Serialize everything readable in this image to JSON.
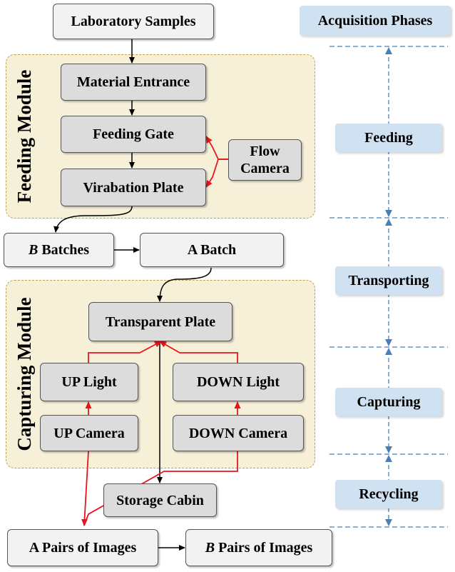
{
  "modules": {
    "feeding": "Feeding Module",
    "capturing": "Capturing Module"
  },
  "nodes": {
    "laboratory_samples": "Laboratory Samples",
    "material_entrance": "Material Entrance",
    "feeding_gate": "Feeding Gate",
    "vibration_plate": "Virabation Plate",
    "flow_camera_line1": "Flow",
    "flow_camera_line2": "Camera",
    "b_batches_var": "B",
    "b_batches_rest": " Batches",
    "a_batch": "A Batch",
    "transparent_plate": "Transparent Plate",
    "up_light": "UP Light",
    "down_light": "DOWN Light",
    "up_camera": "UP Camera",
    "down_camera": "DOWN Camera",
    "storage_cabin": "Storage Cabin",
    "a_pairs_of_images": "A Pairs of Images",
    "b_pairs_var": "B",
    "b_pairs_rest": " Pairs of Images"
  },
  "phases": {
    "header": "Acquisition Phases",
    "items": [
      "Feeding",
      "Transporting",
      "Capturing",
      "Recycling"
    ]
  },
  "colors": {
    "node_fill": "#dcdcdc",
    "light_node_fill": "#f2f2f2",
    "module_fill": "#f7f0d9",
    "module_border": "#c4a24a",
    "phase_fill": "#d0e2f1",
    "phase_line": "#4a7fb5",
    "red_arrow": "#e8141c",
    "black_arrow": "#000000"
  }
}
